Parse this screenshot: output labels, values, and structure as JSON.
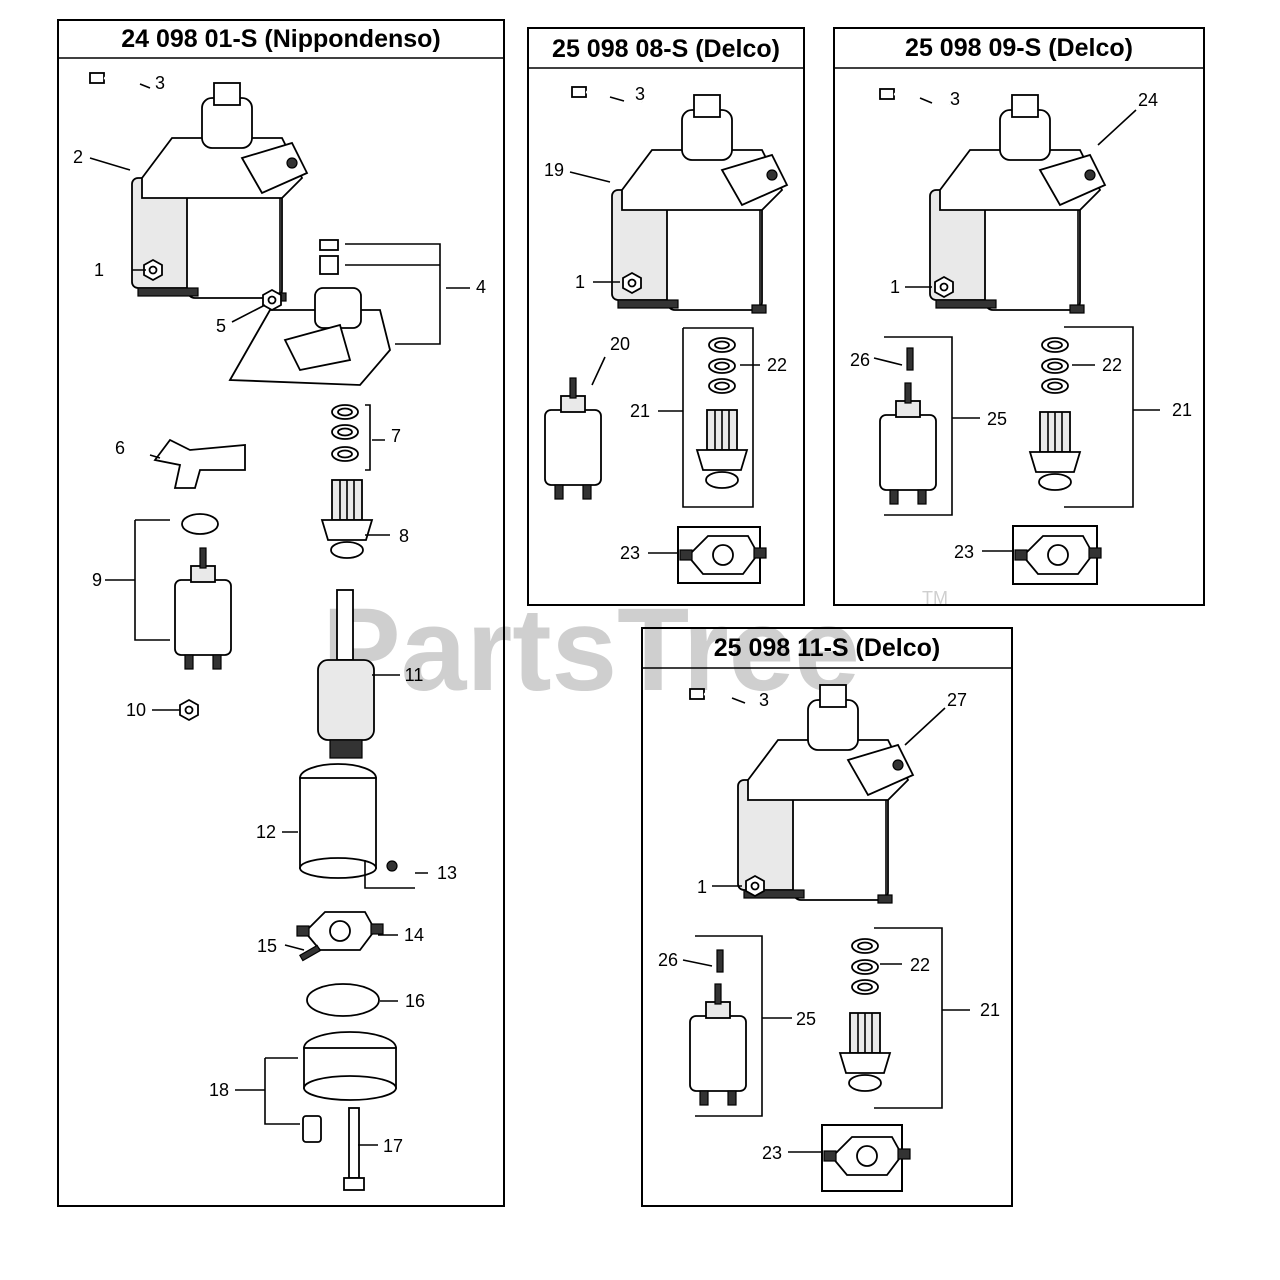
{
  "watermark": {
    "text": "PartsTree",
    "trademark": "TM"
  },
  "panels": [
    {
      "title": "24 098 01-S (Nippondenso)",
      "callouts": [
        "1",
        "2",
        "3",
        "4",
        "5",
        "6",
        "7",
        "8",
        "9",
        "10",
        "11",
        "12",
        "13",
        "14",
        "15",
        "16",
        "17",
        "18"
      ]
    },
    {
      "title": "25 098 08-S (Delco)",
      "callouts": [
        "1",
        "3",
        "19",
        "20",
        "21",
        "22",
        "23"
      ]
    },
    {
      "title": "25 098 09-S (Delco)",
      "callouts": [
        "1",
        "3",
        "21",
        "22",
        "23",
        "24",
        "25",
        "26"
      ]
    },
    {
      "title": "25 098 11-S (Delco)",
      "callouts": [
        "1",
        "3",
        "21",
        "22",
        "23",
        "25",
        "26",
        "27"
      ]
    }
  ]
}
